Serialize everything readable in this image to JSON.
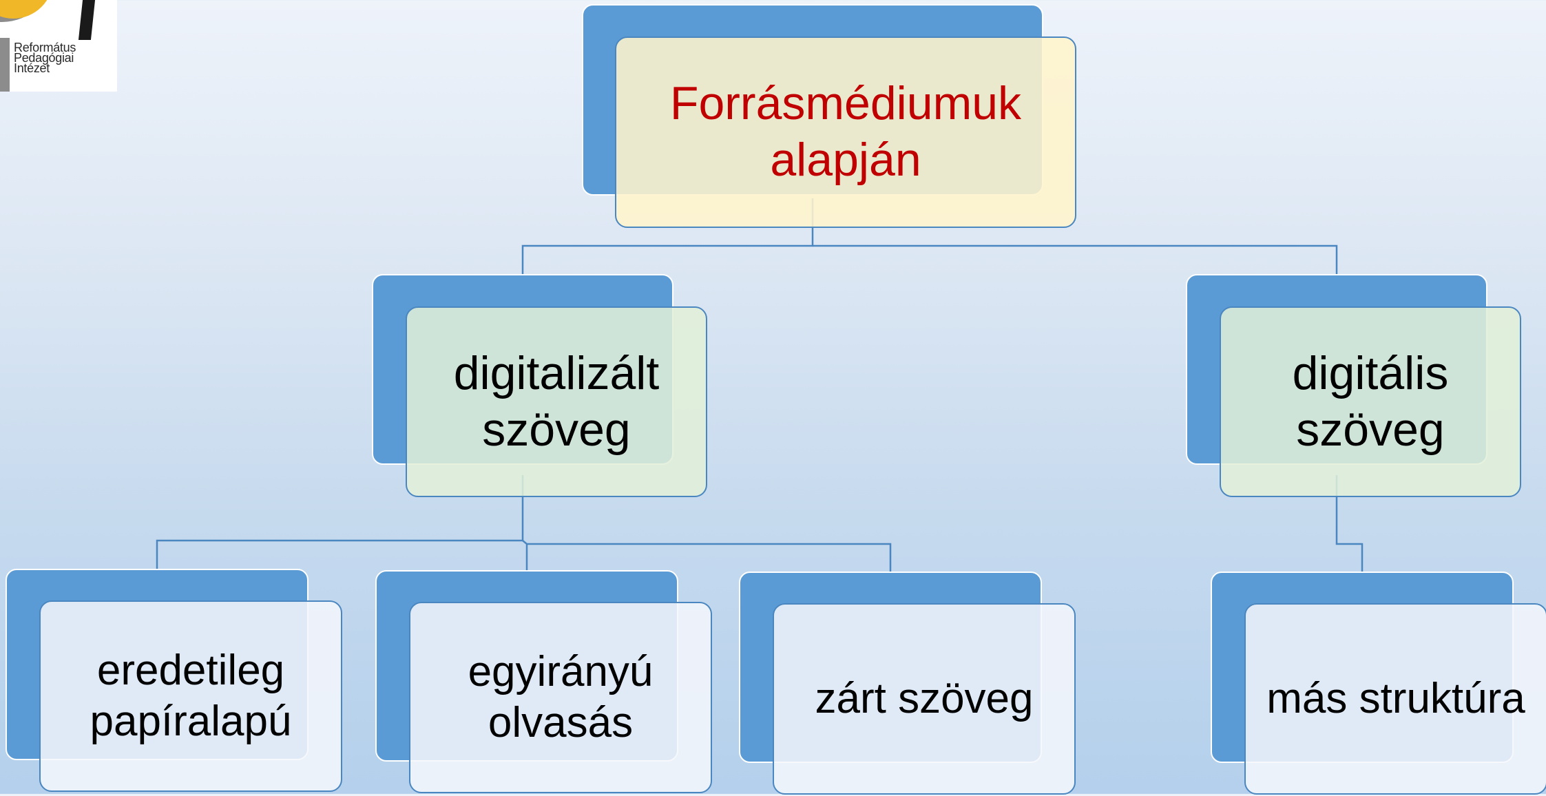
{
  "logo": {
    "lines": [
      "Református",
      "Pedagógiai",
      "Intézet"
    ],
    "colors": {
      "yellow": "#f0b828",
      "gray": "#8c8c8c",
      "black": "#1a1a1a"
    }
  },
  "diagram": {
    "root": {
      "label": "Forrásmédiumuk alapján",
      "color": "#c00000"
    },
    "children": [
      {
        "label": "digitalizált szöveg",
        "children": [
          {
            "label": "eredetileg papíralapú"
          },
          {
            "label": "egyirányú olvasás"
          },
          {
            "label": "zárt szöveg"
          }
        ]
      },
      {
        "label": "digitális szöveg",
        "children": [
          {
            "label": "más struktúra"
          }
        ]
      }
    ],
    "colors": {
      "back_box": "#5b9bd5",
      "root_fill": "#fff4cc",
      "mid_fill": "#e2f0d9",
      "leaf_fill": "#f4f7fc",
      "connector": "#4a86c0"
    }
  }
}
